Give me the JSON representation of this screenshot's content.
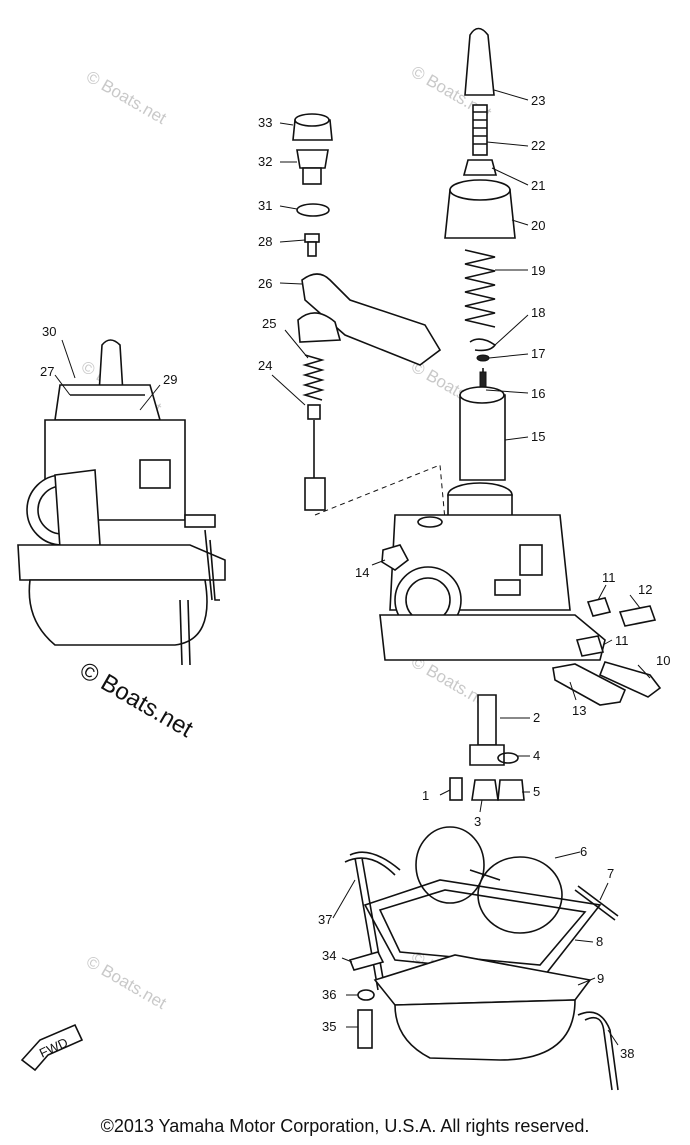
{
  "callouts": [
    "1",
    "2",
    "3",
    "4",
    "5",
    "6",
    "7",
    "8",
    "9",
    "10",
    "11",
    "11",
    "12",
    "13",
    "14",
    "15",
    "16",
    "17",
    "18",
    "19",
    "20",
    "21",
    "22",
    "23",
    "24",
    "25",
    "26",
    "27",
    "28",
    "29",
    "30",
    "31",
    "32",
    "33",
    "34",
    "35",
    "36",
    "37",
    "38"
  ],
  "watermark": {
    "small": "© Boats.net",
    "large": "© Boats.net"
  },
  "fwd_label": "FWD",
  "copyright": "©2013 Yamaha Motor Corporation, U.S.A. All rights reserved."
}
